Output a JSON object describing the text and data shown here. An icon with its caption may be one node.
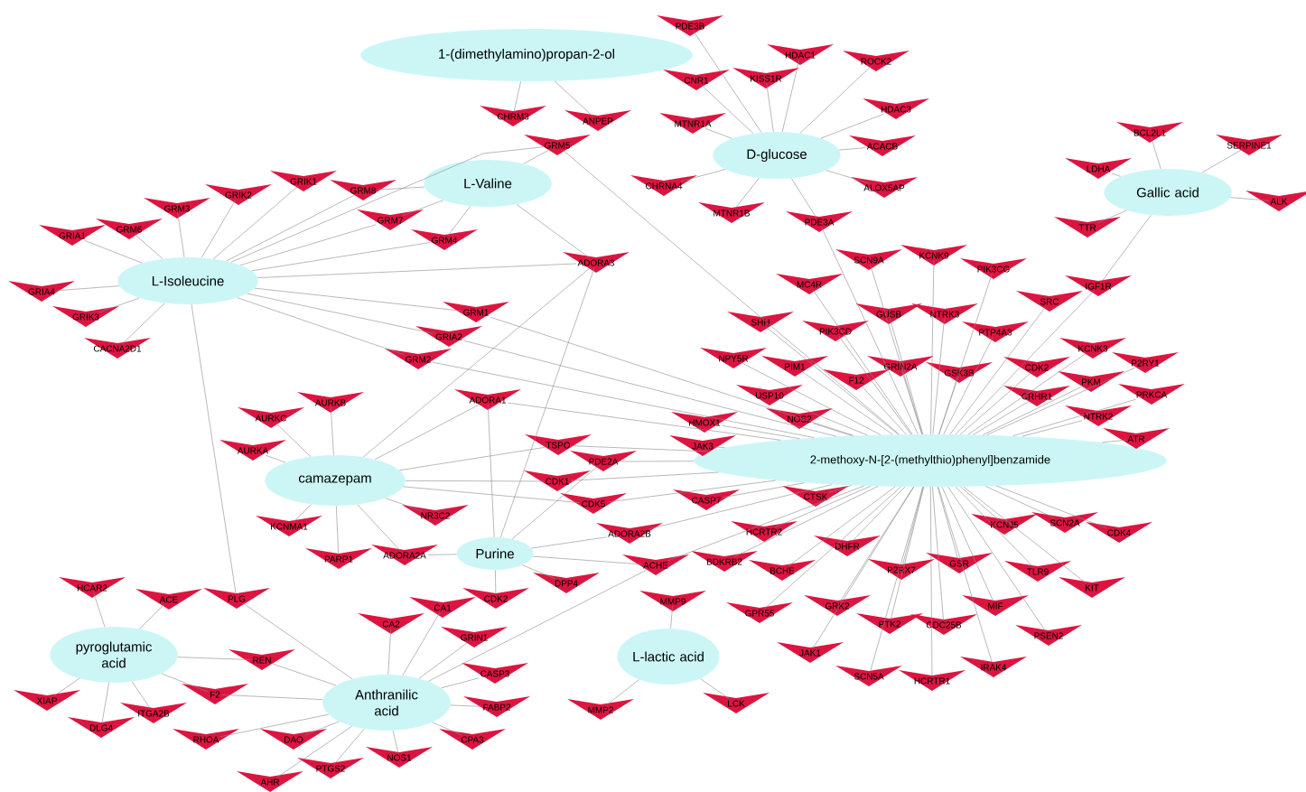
{
  "diagram": {
    "nodes": [
      {
        "text": [
          "1-(dimethylamino)propan-2-ol"
        ]
      },
      {
        "text": [
          "D-glucose"
        ]
      },
      {
        "text": [
          "Gallic acid"
        ]
      },
      {
        "text": [
          "L-Valine"
        ]
      },
      {
        "text": [
          "L-Isoleucine"
        ]
      },
      {
        "text": [
          "2-methoxy-N-[2-(methylthio)phenyl]benzamide"
        ]
      },
      {
        "text": [
          "camazepam"
        ]
      },
      {
        "text": [
          "Purine"
        ]
      },
      {
        "text": [
          "pyroglutamic acid"
        ]
      },
      {
        "text": [
          "Anthranilic acid"
        ]
      },
      {
        "text": [
          "L-lactic acid"
        ]
      },
      {
        "text": [
          "CHRM3"
        ]
      },
      {
        "text": [
          "ANPEP"
        ]
      },
      {
        "text": [
          "GRM5"
        ]
      },
      {
        "text": [
          "PDE3B"
        ]
      },
      {
        "text": [
          "CNR1"
        ]
      },
      {
        "text": [
          "KISS1R"
        ]
      },
      {
        "text": [
          "HDAC1"
        ]
      },
      {
        "text": [
          "ROCK2"
        ]
      },
      {
        "text": [
          "HDAC3"
        ]
      },
      {
        "text": [
          "MTNR1A"
        ]
      },
      {
        "text": [
          "ACACB"
        ]
      },
      {
        "text": [
          "CHRNA4"
        ]
      },
      {
        "text": [
          "ALOX5AP"
        ]
      },
      {
        "text": [
          "MTNR1B"
        ]
      },
      {
        "text": [
          "PDE3A"
        ]
      },
      {
        "text": [
          "BCL2L1"
        ]
      },
      {
        "text": [
          "SERPINE1"
        ]
      },
      {
        "text": [
          "LDHA"
        ]
      },
      {
        "text": [
          "ALK"
        ]
      },
      {
        "text": [
          "TTR"
        ]
      },
      {
        "text": [
          "IGF1R"
        ]
      },
      {
        "text": [
          "GRM8"
        ]
      },
      {
        "text": [
          "GRM7"
        ]
      },
      {
        "text": [
          "GRM4"
        ]
      },
      {
        "text": [
          "ADORA3"
        ]
      },
      {
        "text": [
          "GRIA1"
        ]
      },
      {
        "text": [
          "GRM6"
        ]
      },
      {
        "text": [
          "GRM3"
        ]
      },
      {
        "text": [
          "GRIK2"
        ]
      },
      {
        "text": [
          "GRIK1"
        ]
      },
      {
        "text": [
          "GRIA4"
        ]
      },
      {
        "text": [
          "GRIK3"
        ]
      },
      {
        "text": [
          "CACNA2D1"
        ]
      },
      {
        "text": [
          "GRM1"
        ]
      },
      {
        "text": [
          "GRIA2"
        ]
      },
      {
        "text": [
          "GRM2"
        ]
      },
      {
        "text": [
          "PLG"
        ]
      },
      {
        "text": [
          "SCN9A"
        ]
      },
      {
        "text": [
          "KCNK9"
        ]
      },
      {
        "text": [
          "PIK3CG"
        ]
      },
      {
        "text": [
          "MC4R"
        ]
      },
      {
        "text": [
          "SHH"
        ]
      },
      {
        "text": [
          "PIK3CD"
        ]
      },
      {
        "text": [
          "GUSB"
        ]
      },
      {
        "text": [
          "NTRK3"
        ]
      },
      {
        "text": [
          "PTP4A3"
        ]
      },
      {
        "text": [
          "SRC"
        ]
      },
      {
        "text": [
          "NPY5R"
        ]
      },
      {
        "text": [
          "PIM1"
        ]
      },
      {
        "text": [
          "GRIN2A"
        ]
      },
      {
        "text": [
          "GSK3B"
        ]
      },
      {
        "text": [
          "CDK2"
        ]
      },
      {
        "text": [
          "KCNK3"
        ]
      },
      {
        "text": [
          "P2RY1"
        ]
      },
      {
        "text": [
          "PKM"
        ]
      },
      {
        "text": [
          "CRHR1"
        ]
      },
      {
        "text": [
          "PRKCA"
        ]
      },
      {
        "text": [
          "F12"
        ]
      },
      {
        "text": [
          "USP10"
        ]
      },
      {
        "text": [
          "NOS2"
        ]
      },
      {
        "text": [
          "NTRK2"
        ]
      },
      {
        "text": [
          "HMOX1"
        ]
      },
      {
        "text": [
          "JAK3"
        ]
      },
      {
        "text": [
          "ATR"
        ]
      },
      {
        "text": [
          "ADORA1"
        ]
      },
      {
        "text": [
          "TSPO"
        ]
      },
      {
        "text": [
          "PDE2A"
        ]
      },
      {
        "text": [
          "CDK1"
        ]
      },
      {
        "text": [
          "CDK5"
        ]
      },
      {
        "text": [
          "CASP7"
        ]
      },
      {
        "text": [
          "CTSK"
        ]
      },
      {
        "text": [
          "HCRTR2"
        ]
      },
      {
        "text": [
          "ADORA2B"
        ]
      },
      {
        "text": [
          "ACHE"
        ]
      },
      {
        "text": [
          "BDKRB2"
        ]
      },
      {
        "text": [
          "DHFR"
        ]
      },
      {
        "text": [
          "BCHE"
        ]
      },
      {
        "text": [
          "P2RX7"
        ]
      },
      {
        "text": [
          "GSR"
        ]
      },
      {
        "text": [
          "KCNJ5"
        ]
      },
      {
        "text": [
          "SCN2A"
        ]
      },
      {
        "text": [
          "CDK4"
        ]
      },
      {
        "text": [
          "TLR9"
        ]
      },
      {
        "text": [
          "KIT"
        ]
      },
      {
        "text": [
          "GPR55"
        ]
      },
      {
        "text": [
          "GRK2"
        ]
      },
      {
        "text": [
          "MIF"
        ]
      },
      {
        "text": [
          "PTK2"
        ]
      },
      {
        "text": [
          "CDC25B"
        ]
      },
      {
        "text": [
          "PSEN2"
        ]
      },
      {
        "text": [
          "JAK1"
        ]
      },
      {
        "text": [
          "SCN5A"
        ]
      },
      {
        "text": [
          "HCRTR1"
        ]
      },
      {
        "text": [
          "IRAK4"
        ]
      },
      {
        "text": [
          "AURKC"
        ]
      },
      {
        "text": [
          "AURKB"
        ]
      },
      {
        "text": [
          "AURKA"
        ]
      },
      {
        "text": [
          "KCNMA1"
        ]
      },
      {
        "text": [
          "PARP1"
        ]
      },
      {
        "text": [
          "ADORA2A"
        ]
      },
      {
        "text": [
          "NR3C2"
        ]
      },
      {
        "text": [
          "DPP4"
        ]
      },
      {
        "text": [
          "CDK2"
        ]
      },
      {
        "text": [
          "HCAR2"
        ]
      },
      {
        "text": [
          "ACE"
        ]
      },
      {
        "text": [
          "REN"
        ]
      },
      {
        "text": [
          "F2"
        ]
      },
      {
        "text": [
          "XIAP"
        ]
      },
      {
        "text": [
          "DLG4"
        ]
      },
      {
        "text": [
          "ITGA2B"
        ]
      },
      {
        "text": [
          "RHOA"
        ]
      },
      {
        "text": [
          "DAO"
        ]
      },
      {
        "text": [
          "AHR"
        ]
      },
      {
        "text": [
          "PTGS2"
        ]
      },
      {
        "text": [
          "NOS1"
        ]
      },
      {
        "text": [
          "CPA3"
        ]
      },
      {
        "text": [
          "FABP2"
        ]
      },
      {
        "text": [
          "CASP3"
        ]
      },
      {
        "text": [
          "GRIN1"
        ]
      },
      {
        "text": [
          "CA1"
        ]
      },
      {
        "text": [
          "CA2"
        ]
      },
      {
        "text": [
          "MMP9"
        ]
      },
      {
        "text": [
          "MMP2"
        ]
      },
      {
        "text": [
          "LCK"
        ]
      }
    ],
    "edges": [
      {
        "from": 0,
        "to": 11,
        "arrow": "none"
      },
      {
        "from": 0,
        "to": 12,
        "arrow": "none"
      },
      {
        "from": 1,
        "to": 14,
        "arrow": "none"
      },
      {
        "from": 1,
        "to": 15,
        "arrow": "none"
      },
      {
        "from": 1,
        "to": 16,
        "arrow": "none"
      },
      {
        "from": 1,
        "to": 17,
        "arrow": "none"
      },
      {
        "from": 1,
        "to": 18,
        "arrow": "none"
      },
      {
        "from": 1,
        "to": 19,
        "arrow": "none"
      },
      {
        "from": 1,
        "to": 20,
        "arrow": "none"
      },
      {
        "from": 1,
        "to": 21,
        "arrow": "none"
      },
      {
        "from": 1,
        "to": 22,
        "arrow": "none"
      },
      {
        "from": 1,
        "to": 23,
        "arrow": "none"
      },
      {
        "from": 1,
        "to": 24,
        "arrow": "none"
      },
      {
        "from": 1,
        "to": 25,
        "arrow": "none"
      },
      {
        "from": 2,
        "to": 26,
        "arrow": "none"
      },
      {
        "from": 2,
        "to": 27,
        "arrow": "none"
      },
      {
        "from": 2,
        "to": 28,
        "arrow": "none"
      },
      {
        "from": 2,
        "to": 29,
        "arrow": "none"
      },
      {
        "from": 2,
        "to": 30,
        "arrow": "none"
      },
      {
        "from": 2,
        "to": 31,
        "arrow": "none"
      },
      {
        "from": 3,
        "to": 13,
        "arrow": "none"
      },
      {
        "from": 3,
        "to": 32,
        "arrow": "none"
      },
      {
        "from": 3,
        "to": 33,
        "arrow": "none"
      },
      {
        "from": 3,
        "to": 34,
        "arrow": "none"
      },
      {
        "from": 3,
        "to": 35,
        "arrow": "none"
      },
      {
        "from": 4,
        "to": 13,
        "arrow": "none"
      },
      {
        "from": 4,
        "to": 32,
        "arrow": "none"
      },
      {
        "from": 4,
        "to": 33,
        "arrow": "none"
      },
      {
        "from": 4,
        "to": 34,
        "arrow": "none"
      },
      {
        "from": 4,
        "to": 35,
        "arrow": "none"
      },
      {
        "from": 4,
        "to": 36,
        "arrow": "none"
      },
      {
        "from": 4,
        "to": 37,
        "arrow": "none"
      },
      {
        "from": 4,
        "to": 38,
        "arrow": "none"
      },
      {
        "from": 4,
        "to": 39,
        "arrow": "none"
      },
      {
        "from": 4,
        "to": 40,
        "arrow": "none"
      },
      {
        "from": 4,
        "to": 41,
        "arrow": "none"
      },
      {
        "from": 4,
        "to": 42,
        "arrow": "none"
      },
      {
        "from": 4,
        "to": 43,
        "arrow": "none"
      },
      {
        "from": 4,
        "to": 44,
        "arrow": "none"
      },
      {
        "from": 4,
        "to": 45,
        "arrow": "none"
      },
      {
        "from": 4,
        "to": 46,
        "arrow": "none"
      },
      {
        "from": 4,
        "to": 47,
        "arrow": "none"
      },
      {
        "from": 5,
        "to": 13,
        "arrow": "none"
      },
      {
        "from": 5,
        "to": 25,
        "arrow": "none"
      },
      {
        "from": 5,
        "to": 31,
        "arrow": "none"
      },
      {
        "from": 5,
        "to": 44,
        "arrow": "none"
      },
      {
        "from": 5,
        "to": 45,
        "arrow": "none"
      },
      {
        "from": 5,
        "to": 46,
        "arrow": "none"
      },
      {
        "from": 5,
        "to": 48,
        "arrow": "none"
      },
      {
        "from": 5,
        "to": 49,
        "arrow": "none"
      },
      {
        "from": 5,
        "to": 50,
        "arrow": "none"
      },
      {
        "from": 5,
        "to": 51,
        "arrow": "none"
      },
      {
        "from": 5,
        "to": 52,
        "arrow": "none"
      },
      {
        "from": 5,
        "to": 53,
        "arrow": "none"
      },
      {
        "from": 5,
        "to": 54,
        "arrow": "none"
      },
      {
        "from": 5,
        "to": 55,
        "arrow": "none"
      },
      {
        "from": 5,
        "to": 56,
        "arrow": "none"
      },
      {
        "from": 5,
        "to": 57,
        "arrow": "none"
      },
      {
        "from": 5,
        "to": 58,
        "arrow": "none"
      },
      {
        "from": 5,
        "to": 59,
        "arrow": "none"
      },
      {
        "from": 5,
        "to": 60,
        "arrow": "none"
      },
      {
        "from": 5,
        "to": 61,
        "arrow": "none"
      },
      {
        "from": 5,
        "to": 62,
        "arrow": "none"
      },
      {
        "from": 5,
        "to": 63,
        "arrow": "none"
      },
      {
        "from": 5,
        "to": 64,
        "arrow": "none"
      },
      {
        "from": 5,
        "to": 65,
        "arrow": "none"
      },
      {
        "from": 5,
        "to": 66,
        "arrow": "none"
      },
      {
        "from": 5,
        "to": 67,
        "arrow": "none"
      },
      {
        "from": 5,
        "to": 68,
        "arrow": "none"
      },
      {
        "from": 5,
        "to": 69,
        "arrow": "none"
      },
      {
        "from": 5,
        "to": 70,
        "arrow": "none"
      },
      {
        "from": 5,
        "to": 71,
        "arrow": "none"
      },
      {
        "from": 5,
        "to": 72,
        "arrow": "none"
      },
      {
        "from": 5,
        "to": 73,
        "arrow": "none"
      },
      {
        "from": 5,
        "to": 74,
        "arrow": "none"
      },
      {
        "from": 5,
        "to": 75,
        "arrow": "none"
      },
      {
        "from": 5,
        "to": 76,
        "arrow": "none"
      },
      {
        "from": 5,
        "to": 77,
        "arrow": "none"
      },
      {
        "from": 5,
        "to": 78,
        "arrow": "none"
      },
      {
        "from": 5,
        "to": 79,
        "arrow": "none"
      },
      {
        "from": 5,
        "to": 80,
        "arrow": "none"
      },
      {
        "from": 5,
        "to": 81,
        "arrow": "none"
      },
      {
        "from": 5,
        "to": 82,
        "arrow": "none"
      },
      {
        "from": 5,
        "to": 83,
        "arrow": "none"
      },
      {
        "from": 5,
        "to": 84,
        "arrow": "none"
      },
      {
        "from": 5,
        "to": 85,
        "arrow": "none"
      },
      {
        "from": 5,
        "to": 86,
        "arrow": "none"
      },
      {
        "from": 5,
        "to": 87,
        "arrow": "none"
      },
      {
        "from": 5,
        "to": 88,
        "arrow": "none"
      },
      {
        "from": 5,
        "to": 89,
        "arrow": "none"
      },
      {
        "from": 5,
        "to": 90,
        "arrow": "none"
      },
      {
        "from": 5,
        "to": 91,
        "arrow": "none"
      },
      {
        "from": 5,
        "to": 92,
        "arrow": "none"
      },
      {
        "from": 5,
        "to": 93,
        "arrow": "none"
      },
      {
        "from": 5,
        "to": 94,
        "arrow": "none"
      },
      {
        "from": 5,
        "to": 95,
        "arrow": "none"
      },
      {
        "from": 5,
        "to": 96,
        "arrow": "none"
      },
      {
        "from": 5,
        "to": 97,
        "arrow": "none"
      },
      {
        "from": 5,
        "to": 98,
        "arrow": "none"
      },
      {
        "from": 5,
        "to": 99,
        "arrow": "none"
      },
      {
        "from": 5,
        "to": 100,
        "arrow": "none"
      },
      {
        "from": 5,
        "to": 101,
        "arrow": "none"
      },
      {
        "from": 5,
        "to": 102,
        "arrow": "none"
      },
      {
        "from": 5,
        "to": 103,
        "arrow": "none"
      },
      {
        "from": 5,
        "to": 104,
        "arrow": "none"
      },
      {
        "from": 6,
        "to": 35,
        "arrow": "none"
      },
      {
        "from": 6,
        "to": 75,
        "arrow": "none"
      },
      {
        "from": 6,
        "to": 76,
        "arrow": "none"
      },
      {
        "from": 6,
        "to": 78,
        "arrow": "none"
      },
      {
        "from": 6,
        "to": 79,
        "arrow": "none"
      },
      {
        "from": 6,
        "to": 105,
        "arrow": "none"
      },
      {
        "from": 6,
        "to": 106,
        "arrow": "none"
      },
      {
        "from": 6,
        "to": 107,
        "arrow": "none"
      },
      {
        "from": 6,
        "to": 108,
        "arrow": "none"
      },
      {
        "from": 6,
        "to": 109,
        "arrow": "none"
      },
      {
        "from": 6,
        "to": 110,
        "arrow": "none"
      },
      {
        "from": 6,
        "to": 111,
        "arrow": "none"
      },
      {
        "from": 7,
        "to": 35,
        "arrow": "none"
      },
      {
        "from": 7,
        "to": 75,
        "arrow": "none"
      },
      {
        "from": 7,
        "to": 77,
        "arrow": "none"
      },
      {
        "from": 7,
        "to": 83,
        "arrow": "none"
      },
      {
        "from": 7,
        "to": 84,
        "arrow": "none"
      },
      {
        "from": 7,
        "to": 110,
        "arrow": "none"
      },
      {
        "from": 7,
        "to": 112,
        "arrow": "none"
      },
      {
        "from": 7,
        "to": 113,
        "arrow": "none"
      },
      {
        "from": 8,
        "to": 114,
        "arrow": "none"
      },
      {
        "from": 8,
        "to": 115,
        "arrow": "none"
      },
      {
        "from": 8,
        "to": 116,
        "arrow": "none"
      },
      {
        "from": 8,
        "to": 117,
        "arrow": "none"
      },
      {
        "from": 8,
        "to": 118,
        "arrow": "none"
      },
      {
        "from": 8,
        "to": 119,
        "arrow": "none"
      },
      {
        "from": 8,
        "to": 120,
        "arrow": "none"
      },
      {
        "from": 9,
        "to": 47,
        "arrow": "none"
      },
      {
        "from": 9,
        "to": 84,
        "arrow": "none"
      },
      {
        "from": 9,
        "to": 116,
        "arrow": "none"
      },
      {
        "from": 9,
        "to": 117,
        "arrow": "none"
      },
      {
        "from": 9,
        "to": 121,
        "arrow": "none"
      },
      {
        "from": 9,
        "to": 122,
        "arrow": "none"
      },
      {
        "from": 9,
        "to": 123,
        "arrow": "none"
      },
      {
        "from": 9,
        "to": 124,
        "arrow": "none"
      },
      {
        "from": 9,
        "to": 125,
        "arrow": "none"
      },
      {
        "from": 9,
        "to": 126,
        "arrow": "none"
      },
      {
        "from": 9,
        "to": 127,
        "arrow": "none"
      },
      {
        "from": 9,
        "to": 128,
        "arrow": "none"
      },
      {
        "from": 9,
        "to": 129,
        "arrow": "none"
      },
      {
        "from": 9,
        "to": 130,
        "arrow": "none"
      },
      {
        "from": 9,
        "to": 131,
        "arrow": "none"
      },
      {
        "from": 10,
        "to": 132,
        "arrow": "none"
      },
      {
        "from": 10,
        "to": 133,
        "arrow": "none"
      },
      {
        "from": 10,
        "to": 134,
        "arrow": "none"
      }
    ]
  }
}
